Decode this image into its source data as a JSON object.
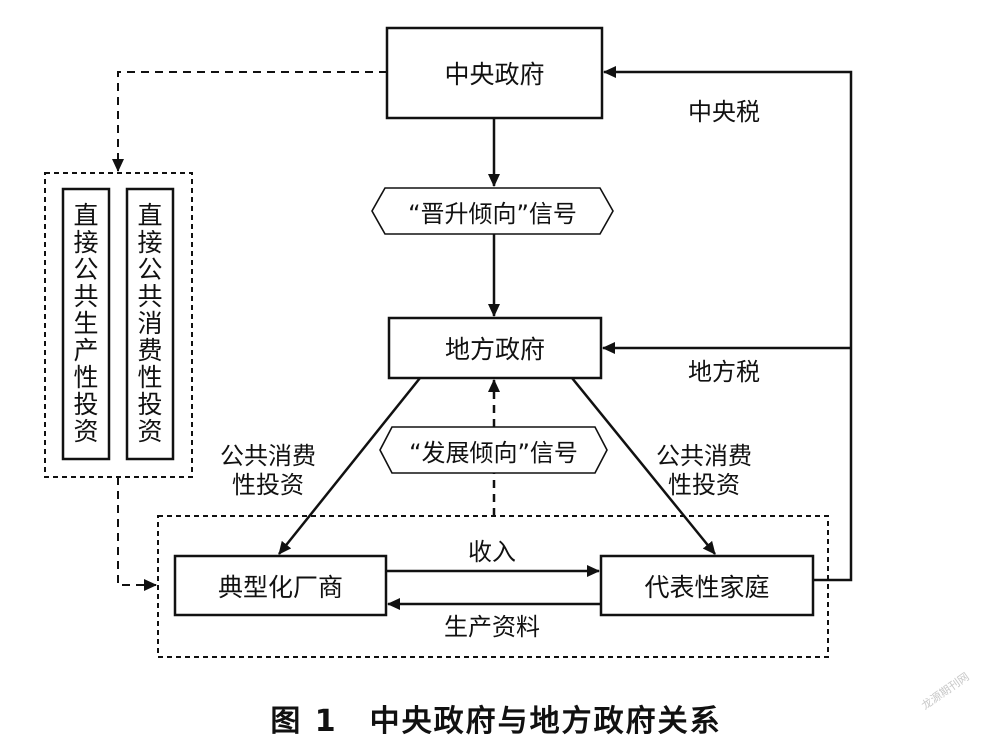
{
  "nodes": {
    "central_gov": "中央政府",
    "local_gov": "地方政府",
    "firm": "典型化厂商",
    "household": "代表性家庭",
    "promotion_signal": "“晋升倾向”信号",
    "development_signal": "“发展倾向”信号",
    "direct_production_investment": "直\n接\n公\n共\n生\n产\n性\n投\n资",
    "direct_consumption_investment": "直\n接\n公\n共\n消\n费\n性\n投\n资"
  },
  "edges": {
    "central_tax": "中央税",
    "local_tax": "地方税",
    "public_consumption_left": "公共消费\n性投资",
    "public_consumption_right": "公共消费\n性投资",
    "income": "收入",
    "means_of_production": "生产资料"
  },
  "caption": "图 1　中央政府与地方政府关系",
  "watermark": "龙源期刊网"
}
